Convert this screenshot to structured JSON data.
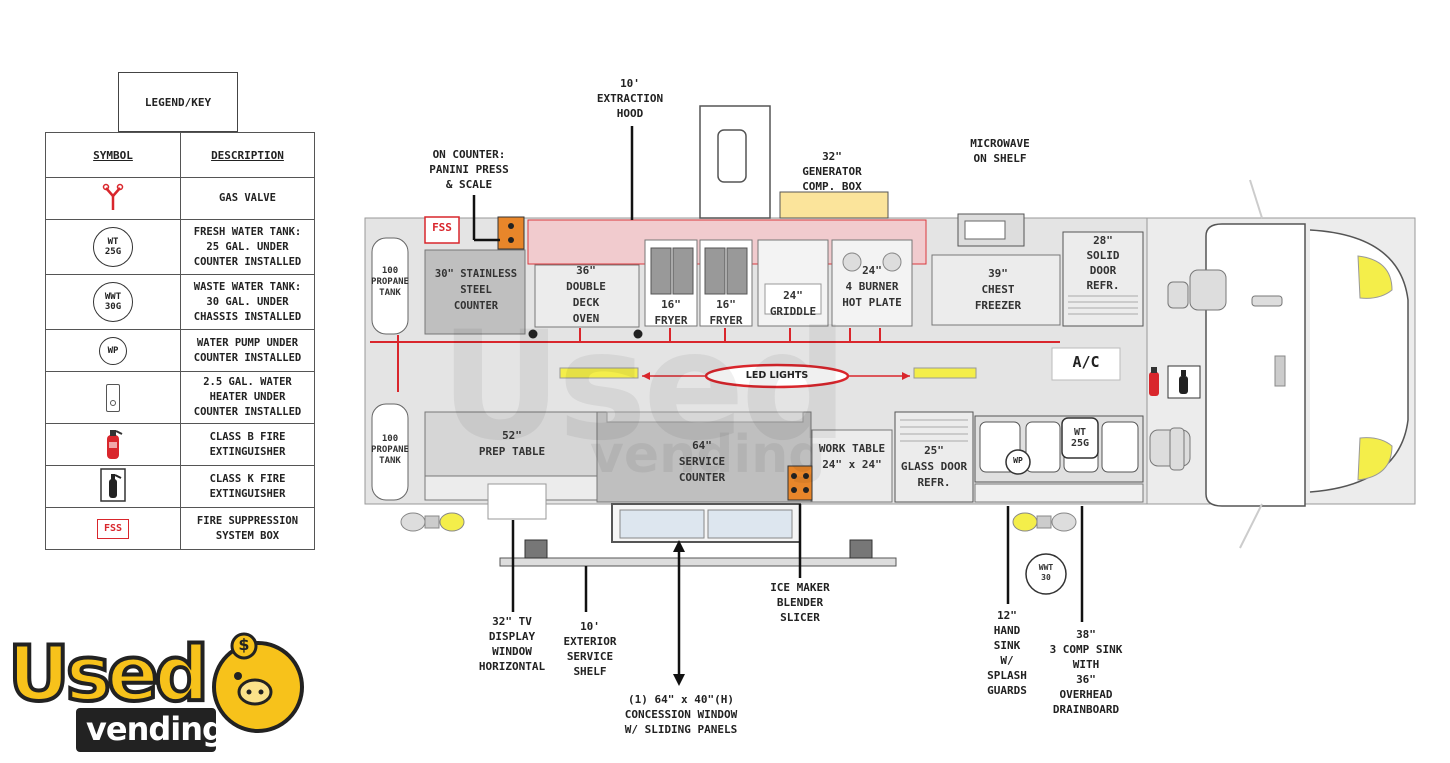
{
  "legend": {
    "title": "LEGEND/KEY",
    "header_symbol": "SYMBOL",
    "header_description": "DESCRIPTION",
    "rows": [
      {
        "icon": "gas-valve-icon",
        "symbol_text": "",
        "description": "GAS VALVE"
      },
      {
        "icon": "fresh-water-tank-icon",
        "symbol_text": "WT\n25G",
        "description": "FRESH WATER TANK:\n25 GAL. UNDER\nCOUNTER INSTALLED"
      },
      {
        "icon": "waste-water-tank-icon",
        "symbol_text": "WWT\n30G",
        "description": "WASTE WATER TANK:\n30 GAL. UNDER\nCHASSIS INSTALLED"
      },
      {
        "icon": "water-pump-icon",
        "symbol_text": "WP",
        "description": "WATER PUMP UNDER\nCOUNTER INSTALLED"
      },
      {
        "icon": "water-heater-icon",
        "symbol_text": "",
        "description": "2.5 GAL. WATER\nHEATER UNDER\nCOUNTER INSTALLED"
      },
      {
        "icon": "class-b-fire-extinguisher-icon",
        "symbol_text": "",
        "description": "CLASS B FIRE\nEXTINGUISHER"
      },
      {
        "icon": "class-k-fire-extinguisher-icon",
        "symbol_text": "",
        "description": "CLASS K FIRE\nEXTINGUISHER"
      },
      {
        "icon": "fss-box-icon",
        "symbol_text": "FSS",
        "description": "FIRE SUPPRESSION\nSYSTEM BOX"
      }
    ]
  },
  "callouts": {
    "hood": "10'\nEXTRACTION\nHOOD",
    "panini": "ON COUNTER:\nPANINI PRESS\n& SCALE",
    "generator": "32\"\nGENERATOR\nCOMP. BOX",
    "microwave": "MICROWAVE\nON SHELF",
    "tv": "32\" TV\nDISPLAY\nWINDOW\nHORIZONTAL",
    "shelf": "10'\nEXTERIOR\nSERVICE\nSHELF",
    "window": "(1) 64\" x 40\"(H)\nCONCESSION WINDOW\nW/ SLIDING PANELS",
    "ice": "ICE MAKER\nBLENDER\nSLICER",
    "hand_sink": "12\"\nHAND\nSINK\nW/\nSPLASH\nGUARDS",
    "comp_sink": "38\"\n3 COMP SINK\nWITH\n36\"\nOVERHEAD\nDRAINBOARD"
  },
  "equipment": {
    "fss": "FSS",
    "propane_top": "100\nPROPANE\nTANK",
    "propane_bottom": "100\nPROPANE\nTANK",
    "steel_counter": "30\" STAINLESS\nSTEEL\nCOUNTER",
    "oven": "36\"\nDOUBLE\nDECK\nOVEN",
    "fryer1": "16\"\nFRYER",
    "fryer2": "16\"\nFRYER",
    "griddle": "24\"\nGRIDDLE",
    "hot_plate": "24\"\n4 BURNER\nHOT PLATE",
    "freezer": "39\"\nCHEST\nFREEZER",
    "refr_top": "28\"\nSOLID\nDOOR\nREFR.",
    "ac": "A/C",
    "led": "LED LIGHTS",
    "prep_table": "52\"\nPREP TABLE",
    "service_counter": "64\"\nSERVICE\nCOUNTER",
    "work_table": "WORK TABLE\n24\" x 24\"",
    "glass_refr": "25\"\nGLASS DOOR\nREFR.",
    "wt_tank": "WT\n25G",
    "wp": "WP",
    "wwt": "WWT\n30"
  },
  "watermark": {
    "big": "Used",
    "small": "vending"
  },
  "logo": {
    "main": "Used",
    "sub": "vending"
  },
  "colors": {
    "gas_red": "#d9262c",
    "led_yellow": "#f4ee4a",
    "hood_pink": "#f3c9cc",
    "logo_yellow": "#f7c21b",
    "orange_box": "#e8862a",
    "fss_red": "#d9262c"
  }
}
